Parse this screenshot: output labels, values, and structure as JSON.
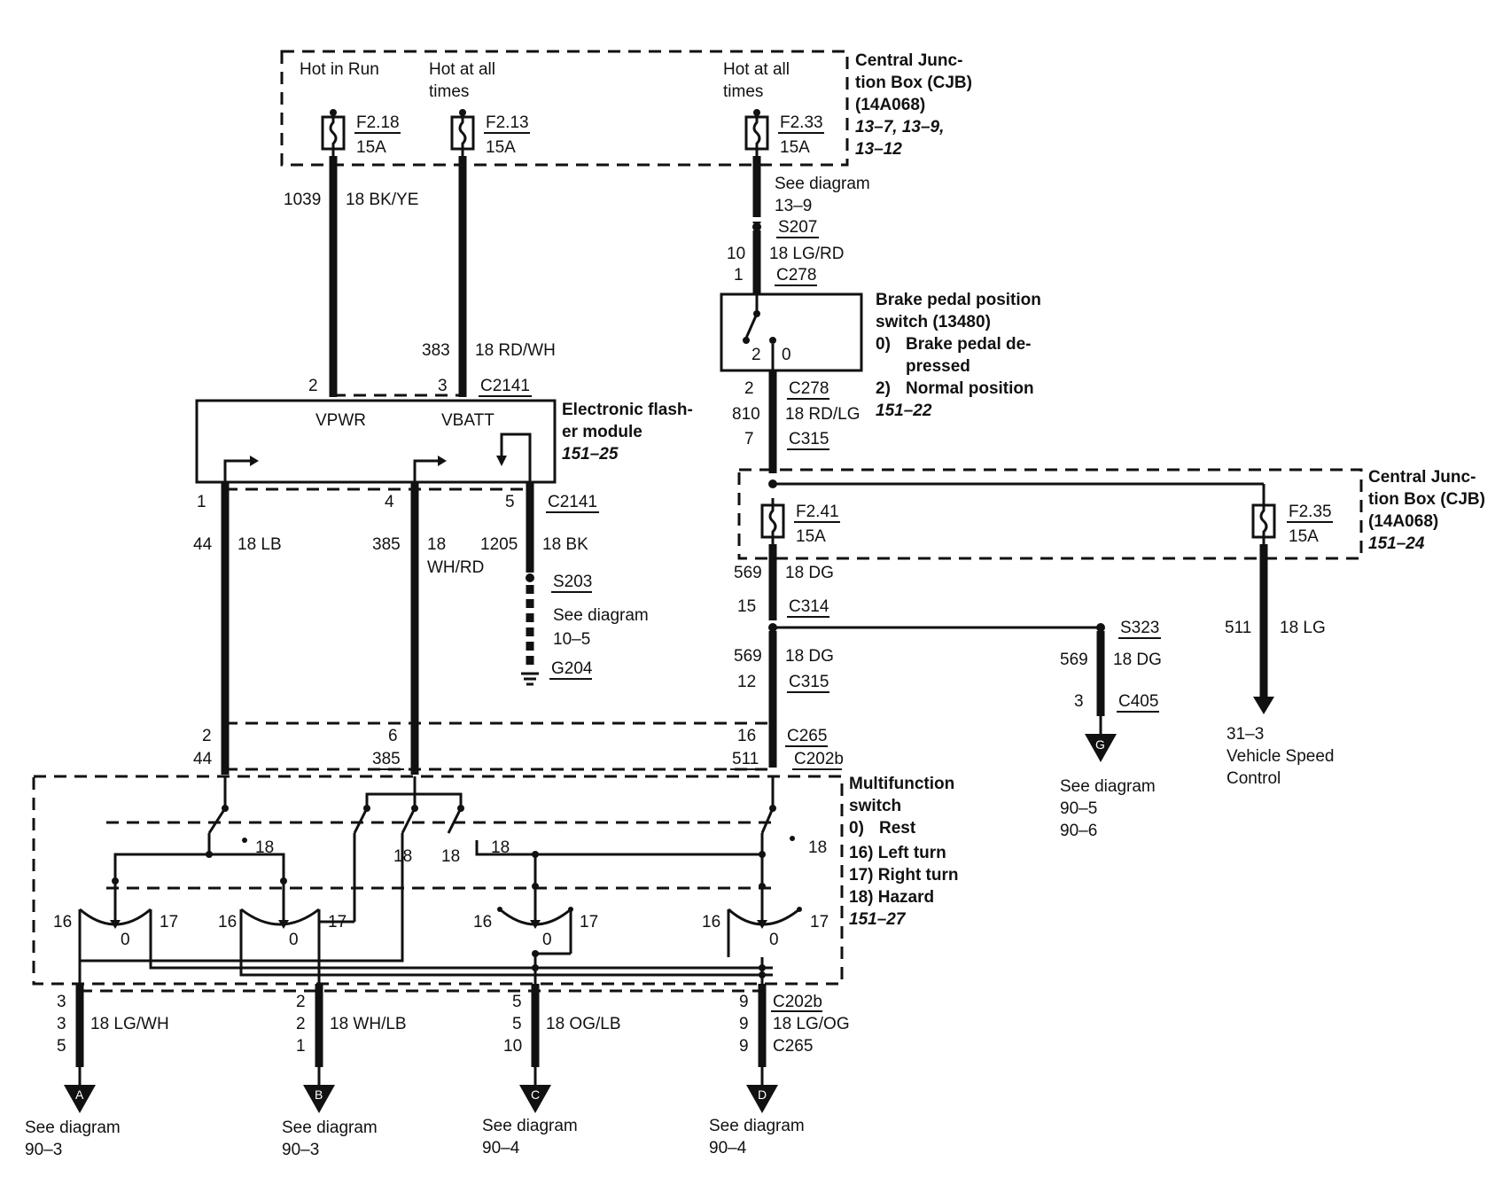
{
  "cjb_top": {
    "title": [
      "Central Junc-",
      "tion Box (CJB)",
      "(14A068)"
    ],
    "ref": [
      "13–7, 13–9,",
      "13–12"
    ],
    "feeds": [
      "Hot in Run",
      "Hot at all",
      "times",
      "Hot at all",
      "times"
    ],
    "fuses": [
      {
        "name": "F2.18",
        "amps": "15A"
      },
      {
        "name": "F2.13",
        "amps": "15A"
      },
      {
        "name": "F2.33",
        "amps": "15A"
      }
    ]
  },
  "wires": {
    "w1039": {
      "num": "1039",
      "color": "18 BK/YE"
    },
    "w383": {
      "num": "383",
      "color": "18 RD/WH"
    },
    "w10": {
      "num": "10",
      "color": "18 LG/RD"
    },
    "w810": {
      "num": "810",
      "color": "18 RD/LG"
    },
    "w44": {
      "num": "44",
      "color": "18 LB"
    },
    "w385": {
      "num": "385",
      "color1": "18",
      "color2": "WH/RD"
    },
    "w1205": {
      "num": "1205",
      "color": "18 BK"
    },
    "w569a": {
      "num": "569",
      "color": "18 DG"
    },
    "w569b": {
      "num": "569",
      "color": "18 DG"
    },
    "w569c": {
      "num": "569",
      "color": "18 DG"
    },
    "w511": {
      "num": "511",
      "color": "18 LG"
    },
    "lgwh": "18 LG/WH",
    "whlb": "18 WH/LB",
    "oglb": "18 OG/LB",
    "lgog": "18 LG/OG"
  },
  "splices": {
    "s207": "S207",
    "s203": "S203",
    "s323": "S323",
    "g204": "G204",
    "see_13_9": [
      "See diagram",
      "13–9"
    ],
    "see_10_5": [
      "See diagram",
      "10–5"
    ]
  },
  "connectors": {
    "c2141": "C2141",
    "c278": "C278",
    "c315": "C315",
    "c314": "C314",
    "c405": "C405",
    "c265": "C265",
    "c202b": "C202b"
  },
  "pins": {
    "p2": "2",
    "p3": "3",
    "p1": "1",
    "p4": "4",
    "p5": "5",
    "c278_top": "1",
    "c278_bot": "2",
    "c315_top": "7",
    "c314": "15",
    "c315_bot": "12",
    "c405": "3",
    "c265_a": "2",
    "c265_b": "6",
    "c265_c": "16",
    "c202b_a": "44",
    "c202b_b": "385",
    "c202b_c": "511",
    "bottom": [
      [
        "3",
        "3",
        "5"
      ],
      [
        "2",
        "2",
        "1"
      ],
      [
        "5",
        "5",
        "10"
      ],
      [
        "9",
        "9",
        "9"
      ]
    ]
  },
  "flasher": {
    "title": [
      "Electronic flash-",
      "er module"
    ],
    "ref": "151–25",
    "vpwr": "VPWR",
    "vbatt": "VBATT"
  },
  "brake": {
    "title": [
      "Brake pedal position",
      "switch (13480)"
    ],
    "states": [
      "0)",
      "Brake pedal de-",
      "pressed",
      "2)",
      "Normal position"
    ],
    "ref": "151–22",
    "pos": [
      "2",
      "0"
    ]
  },
  "cjb_mid": {
    "title": [
      "Central Junc-",
      "tion Box (CJB)",
      "(14A068)"
    ],
    "ref": "151–24",
    "fuses": [
      {
        "name": "F2.41",
        "amps": "15A"
      },
      {
        "name": "F2.35",
        "amps": "15A"
      }
    ]
  },
  "mfs": {
    "title": [
      "Multifunction",
      "switch"
    ],
    "modes": [
      "0)",
      "Rest",
      "16) Left turn",
      "17) Right turn",
      "18) Hazard"
    ],
    "ref": "151–27",
    "sw_labels": [
      "18",
      "18",
      "18",
      "18",
      "18"
    ],
    "pos_labels": [
      "16",
      "0",
      "17"
    ]
  },
  "refs": {
    "A": {
      "letter": "A",
      "text": [
        "See diagram",
        "90–3"
      ]
    },
    "B": {
      "letter": "B",
      "text": [
        "See diagram",
        "90–3"
      ]
    },
    "C": {
      "letter": "C",
      "text": [
        "See diagram",
        "90–4"
      ]
    },
    "D": {
      "letter": "D",
      "text": [
        "See diagram",
        "90–4"
      ]
    },
    "G": {
      "letter": "G",
      "text": [
        "See diagram",
        "90–5",
        "90–6"
      ]
    },
    "vsc": [
      "31–3",
      "Vehicle Speed",
      "Control"
    ]
  }
}
